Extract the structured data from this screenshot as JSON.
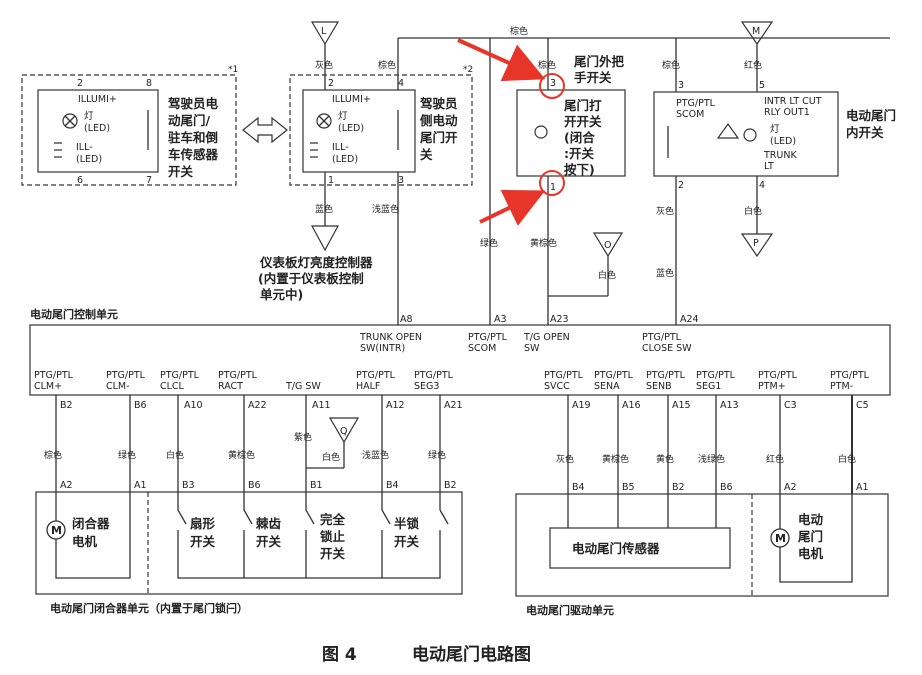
{
  "caption": {
    "fig": "图 4",
    "title": "电动尾门电路图"
  },
  "pins": {
    "p2": "2",
    "p8": "8",
    "p6": "6",
    "p7": "7",
    "p1": "1",
    "p4": "4",
    "p3": "3",
    "p5": "5",
    "A8": "A8",
    "A3": "A3",
    "A23": "A23",
    "A24": "A24",
    "B2": "B2",
    "B6": "B6",
    "A10": "A10",
    "A22": "A22",
    "A11": "A11",
    "A12": "A12",
    "A21": "A21",
    "A19": "A19",
    "A16": "A16",
    "A15": "A15",
    "A13": "A13",
    "C3": "C3",
    "C5": "C5",
    "A2": "A2",
    "A1": "A1",
    "B3": "B3",
    "B1": "B1",
    "B4": "B4",
    "B5": "B5"
  },
  "wires": {
    "grey": "灰色",
    "brown": "棕色",
    "lightblue": "浅蓝色",
    "blue": "蓝色",
    "red": "红色",
    "white": "白色",
    "yellowbrown": "黄棕色",
    "purple": "紫色",
    "green": "绿色",
    "greenb": "绿色",
    "yellow": "黄色",
    "lightgreen": "浅绿色",
    "blue2": "蓝色"
  },
  "grounds": {
    "L": "L",
    "M": "M",
    "O": "O",
    "P": "P",
    "Q": "Q"
  },
  "notes": {
    "n1": "*1",
    "n2": "*2"
  },
  "labels": {
    "illumi": "ILLUMI+",
    "lamp": "灯",
    "led": "(LED)",
    "ill": "ILL-",
    "ill_led": "(LED)",
    "sw1": "驾驶员电动尾门/驻车和倒车传感器开关",
    "sw2": "驾驶员侧电动尾门开关",
    "dash_ctrl": "仪表板灯亮度控制器(内置于仪表板控制单元中)",
    "outer_handle": "尾门外把手开关",
    "open_sw": "尾门打开开关(闭合:开关按下)",
    "inner_sw": "电动尾门内开关",
    "ptg_scom": "PTG/PTL SCOM",
    "intr": "INTR LT CUT RLY OUT1",
    "trunk_lt": "TRUNK LT",
    "ctrl_unit": "电动尾门控制单元",
    "trunk_open": "TRUNK OPEN SW(INTR)",
    "ptg_scom2": "PTG/PTL SCOM",
    "tg_open": "T/G OPEN SW",
    "close_sw": "PTG/PTL CLOSE SW",
    "clm_plus": "PTG/PTL CLM+",
    "clm_minus": "PTG/PTL CLM-",
    "clcl": "PTG/PTL CLCL",
    "ract": "PTG/PTL RACT",
    "tg_sw": "T/G SW",
    "half": "PTG/PTL HALF",
    "seg3": "PTG/PTL SEG3",
    "svcc": "PTG/PTL SVCC",
    "sena": "PTG/PTL SENA",
    "senb": "PTG/PTL SENB",
    "seg1": "PTG/PTL SEG1",
    "ptm_plus": "PTG/PTL PTM+",
    "ptm_minus": "PTG/PTL PTM-",
    "closer_motor": "闭合器电机",
    "fan_sw": "扇形开关",
    "ratchet_sw": "棘齿开关",
    "full_lock": "完全锁止开关",
    "half_lock": "半锁开关",
    "closer_unit": "电动尾门闭合器单元（内置于尾门锁闩）",
    "sensor": "电动尾门传感器",
    "motor": "电动尾门电机",
    "drive_unit": "电动尾门驱动单元"
  },
  "accent": "#e8352a"
}
